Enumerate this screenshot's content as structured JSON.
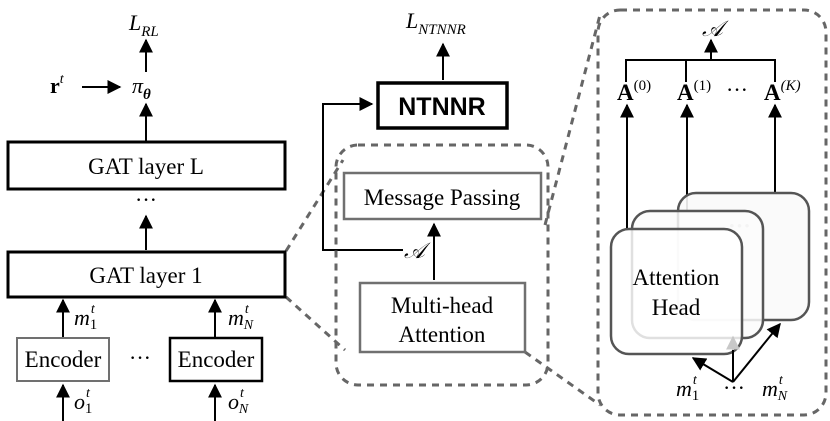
{
  "left_panel": {
    "loss_label": "L",
    "loss_subscript": "RL",
    "reward_label": "r",
    "reward_superscript": "t",
    "policy_label": "π",
    "policy_subscript": "θ",
    "gat_top_label": "GAT layer L",
    "ellipsis": "···",
    "gat_bottom_label": "GAT layer 1",
    "message_1": {
      "base": "m",
      "sup": "t",
      "sub": "1"
    },
    "message_n": {
      "base": "m",
      "sup": "t",
      "sub": "N"
    },
    "encoder_1_label": "Encoder",
    "encoder_n_label": "Encoder",
    "observation_1": {
      "base": "o",
      "sup": "t",
      "sub": "1"
    },
    "observation_n": {
      "base": "o",
      "sup": "t",
      "sub": "N"
    }
  },
  "middle_panel": {
    "loss_label": "L",
    "loss_subscript": "NTNNR",
    "ntnnr_label": "NTNNR",
    "message_passing_label": "Message Passing",
    "adjacency_label": "𝒜",
    "attention_label_line1": "Multi-head",
    "attention_label_line2": "Attention"
  },
  "right_panel": {
    "adjacency_label": "𝒜",
    "heads": [
      {
        "base": "A",
        "sup": "(0)"
      },
      {
        "base": "A",
        "sup": "(1)"
      },
      {
        "base": "A",
        "sup": "(K)"
      }
    ],
    "heads_ellipsis": "···",
    "attention_head_line1": "Attention",
    "attention_head_line2": "Head",
    "card_ellipsis": "•••",
    "message_1": {
      "base": "m",
      "sup": "t",
      "sub": "1"
    },
    "message_n": {
      "base": "m",
      "sup": "t",
      "sub": "N"
    },
    "messages_ellipsis": "···"
  },
  "colors": {
    "line": "#000000",
    "dashed": "#666666",
    "grey_box": "#707070",
    "card_border": "#555555",
    "faint": "#c8c8c8"
  }
}
